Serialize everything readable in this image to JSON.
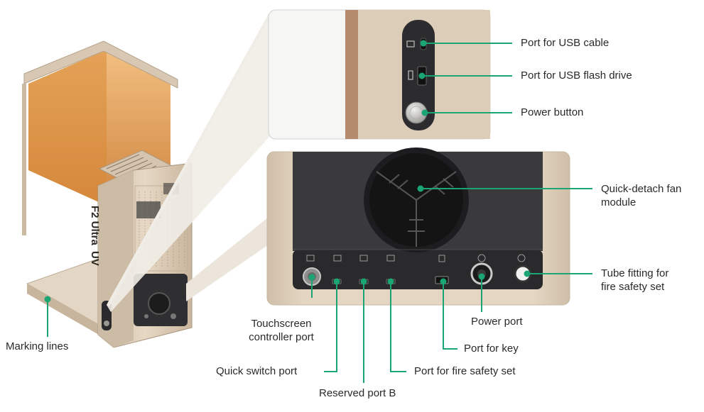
{
  "device": {
    "brand": "F2 Ultra",
    "model": "UV"
  },
  "colors": {
    "leader": "#1aa572",
    "text": "#2a2a2a",
    "body": "#d9c9b4",
    "panel": "#2e2e30"
  },
  "labels": {
    "usb_cable": "Port for USB cable",
    "usb_flash": "Port for USB flash drive",
    "power_button": "Power button",
    "fan_module": "Quick-detach fan\nmodule",
    "tube_fitting": "Tube fitting for\nfire safety set",
    "touchscreen_port": "Touchscreen\ncontroller port",
    "power_port": "Power port",
    "key_port": "Port for key",
    "quick_switch": "Quick switch port",
    "fire_safety_port": "Port for fire safety set",
    "reserved_b": "Reserved port B",
    "marking_lines": "Marking lines"
  }
}
